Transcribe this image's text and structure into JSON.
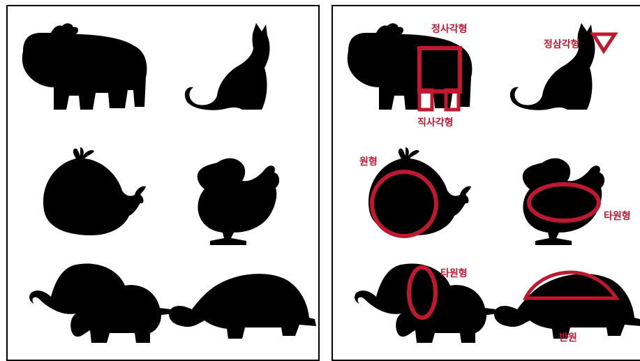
{
  "labels": {
    "square": "정사각형",
    "rectangle": "직사각형",
    "triangle": "정삼각형",
    "circle": "원형",
    "ellipse_chick": "타원형",
    "ellipse_elephant": "타원형",
    "semicircle": "반원"
  },
  "colors": {
    "silhouette": "#000000",
    "shape_outline": "#c0182f",
    "border": "#000000",
    "background": "#ffffff"
  },
  "animals": [
    "hippo",
    "cat",
    "whale",
    "chick",
    "elephant",
    "turtle"
  ],
  "icons": [
    "hippo-icon",
    "cat-icon",
    "whale-icon",
    "chick-icon",
    "elephant-icon",
    "turtle-icon"
  ]
}
